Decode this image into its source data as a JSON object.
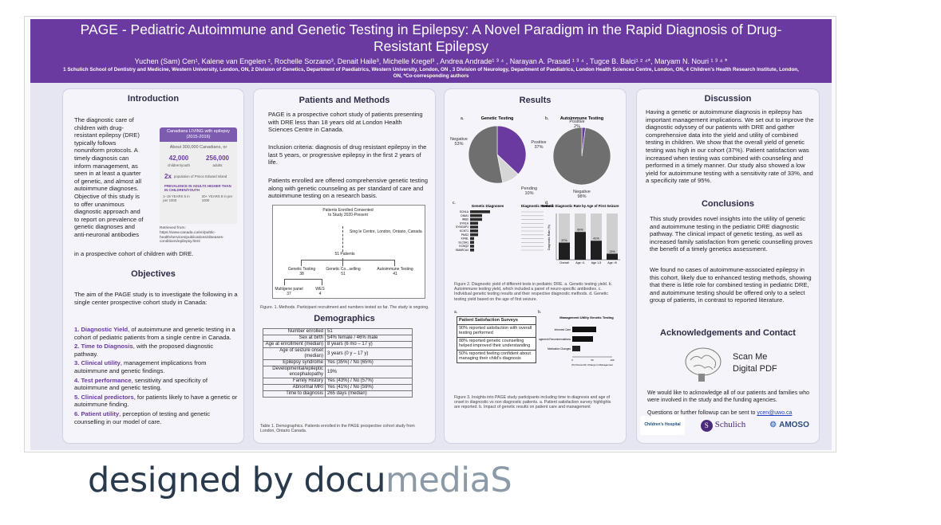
{
  "poster": {
    "title": "PAGE - Pediatric Autoimmune and Genetic Testing in Epilepsy: A Novel Paradigm in the Rapid Diagnosis of Drug-Resistant Epilepsy",
    "authors": "Yuchen (Sam) Cen¹, Kalene van Engelen ², Rochelle Sorzano³, Denait Haile³, Michelle Kregel³ , Andrea Andrade¹ ³ ⁴ , Narayan A. Prasad ¹ ³ ⁴ , Tugce B. Balci¹ ² ⁴*, Maryam N. Nouri ¹ ³ ⁴ *",
    "affiliations": "1 Schulich School of Dentistry and Medicine, Western University, London, ON, 2 Division of Genetics, Department of Paediatrics, Western University, London, ON , 3 Division of Neurology, Department of Paediatrics, London Health Sciences Centre, London, ON, 4 Children's Health Research Institute, London, ON, *Co-corresponding authors"
  },
  "introduction": {
    "heading": "Introduction",
    "body_lines": [
      "The diagnostic care of",
      "children with drug-",
      "resistant epilepsy (DRE)",
      "typically follows",
      "nonuniform protocols. A",
      "timely diagnosis can",
      "inform management, as",
      "seen in at least a quarter",
      "of genetic, and almost all",
      "autoimmune diagnoses.",
      "Objective of this study is",
      "to offer unanimous",
      "diagnostic approach and",
      "to report on prevalence of",
      "genetic diagnoses and",
      "anti-neuronal antibodies"
    ],
    "body_last": "in a  prospective cohort of children with DRE.",
    "infographic": {
      "title": "Canadians LIVING with epilepsy",
      "years": "(2015-2016)",
      "about": "About 300,000 Canadians, or",
      "stat1_value": "42,000",
      "stat1_label": "children/youth",
      "stat2_value": "256,000",
      "stat2_label": "adults",
      "stat3_value": "2x",
      "stat3_label": "population of Prince Edward Island",
      "prev_title": "PREVALENCE IN ADULTS HIGHER THAN IN CHILDREN/YOUTH",
      "prev1": "1–19 YEARS 5 in per 1000",
      "prev2": "20+ YEARS 8 in per 1000",
      "retrieved": "Retrieved from: https://www.canada.ca/en/public-health/services/publications/diseases-conditions/epilepsy.html"
    }
  },
  "objectives": {
    "heading": "Objectives",
    "intro": "The aim of the PAGE study is to investigate the following in a single center prospective cohort study in Canada:",
    "items": [
      {
        "label": "1. Diagnostic Yield",
        "text": ", of autoimmune and genetic testing in a cohort of pediatric patients from a single centre in Canada."
      },
      {
        "label": "2. Time to Diagnosis",
        "text": ", with the proposed diagnostic pathway."
      },
      {
        "label": "3. Clinical utility",
        "text": ", management implications from autoimmune and genetic findings."
      },
      {
        "label": "4. Test performance",
        "text": ", sensitivity and specificity of autoimmune and genetic testing."
      },
      {
        "label": "5. Clinical predictors",
        "text": ", for patients likely to have a genetic or autoimmune finding."
      },
      {
        "label": "6. Patient utility",
        "text": ", perception of testing and genetic counselling in our model of care."
      }
    ]
  },
  "methods": {
    "heading": "Patients and Methods",
    "p1": "PAGE is a prospective cohort study of patients presenting with DRE less than 18 years old at London Health Sciences Centre in Canada.",
    "p2": "Inclusion criteria: diagnosis of drug resistant epilepsy in the last 5 years, or progressive epilepsy in the first 2 years of life.",
    "p3": "Patients enrolled are offered comprehensive genetic testing along with genetic counseling as per standard of care and autoimmune testing on a research basis.",
    "flow": {
      "top": "Patients Enrolled Consented to Study 2020-Present",
      "side": "Sing le Centre, London, Ontario, Canada",
      "mid": "51 Patients",
      "b1": "Genetic Testing",
      "b1n": "38",
      "b2": "Genetic Co...selling",
      "b2n": "51",
      "b3": "Autoimmune Testing",
      "b3n": "41",
      "c1": "Multigene panel",
      "c1n": "37",
      "c2": "WES",
      "c2n": "4"
    },
    "figure_caption": "Figure. 1. Methods.  Participant recruitment and numbers tested so far. The study is ongoing."
  },
  "demographics": {
    "heading": "Demographics",
    "rows": [
      [
        "Number enrolled",
        "51"
      ],
      [
        "Sex at birth",
        "54% female / 46% male"
      ],
      [
        "Age at enrollment (median)",
        "8 years (6 mo – 17 y)"
      ],
      [
        "Age of seizure onset (median)",
        "3 years (0 y – 17 y)"
      ],
      [
        "Epilepsy syndrome",
        "Yes (35%) / No (65%)"
      ],
      [
        "Developmental/epileptic encephalopathy",
        "19%"
      ],
      [
        "Family History",
        "Yes (43%) / No (57%)"
      ],
      [
        "Abnormal MRI",
        "Yes (41%) / No (59%)"
      ],
      [
        "Time to diagnosis",
        "265 days (median)"
      ]
    ],
    "caption": "Table 1. Demographics. Patients enrolled in the PAGE prospective cohort study from London, Ontario Canada."
  },
  "results": {
    "heading": "Results",
    "genetic_title": "Genetic Testing",
    "autoimmune_title": "Autoimmune Testing",
    "gen_bars_title": "Genetic Diagnoses",
    "gen_method_title": "Diagnostic Method",
    "age_chart_title": "Genetic Diagnostic Rate by Age of First Seizure",
    "age_chart_ylabel": "Diagnostic Rate (%)",
    "fig2_caption": "Figure 2. Diagnostic yield of different tests in pediatric DRE. a. Genetic testing yield. b. Autoimmune testing yield, which included a panel of neuro-specific antibodies. c. Individual genetic testing results and their respective diagnostic methods. d. Genetic testing yield based on the age of first seizure.",
    "satisfaction_title": "Patient Satisfaction Surveys",
    "satisfaction_rows": [
      "90% reported satisfaction with overall testing performed",
      "88% reported genetic counselling helped improved their understanding",
      "50% reported feeling confident about managing their child's diagnosis"
    ],
    "utility_title": "Management Utility Genetic Testing",
    "utility_xlabel": "(%) Percent/In Change in  Management",
    "fig3_caption": "Figure 3. Insights into PAGE study participants including time to diagnosis and age of onset in diagnostic vs non diagnostic patients. a. Patient satisfaction survey highlights are reported.  b. Impact of genetic results on patient care and management"
  },
  "chart_data": [
    {
      "type": "pie",
      "title": "Genetic Testing",
      "panel": "a.",
      "labels": [
        "Positive",
        "Pending",
        "Negative"
      ],
      "values": [
        37,
        10,
        53
      ],
      "colors": [
        "#6a3aa0",
        "#d6d6d6",
        "#6f6f6f"
      ]
    },
    {
      "type": "pie",
      "title": "Autoimmune Testing",
      "panel": "b.",
      "labels": [
        "Positive",
        "Negative"
      ],
      "values": [
        2,
        98
      ],
      "colors": [
        "#6a3aa0",
        "#6f6f6f"
      ]
    },
    {
      "type": "bar",
      "title": "Genetic Diagnoses",
      "panel": "c.",
      "orientation": "horizontal",
      "categories": [
        "SCN1A",
        "DNM1",
        "IRBD",
        "SYN1A",
        "SYNGAP1",
        "KCNT1",
        "PMS2",
        "KIFBL",
        "SLC6A1",
        "KCNQ2",
        "SMARCA4"
      ],
      "values": [
        5,
        3,
        3,
        2,
        2,
        2,
        2,
        1,
        1,
        1,
        1
      ]
    },
    {
      "type": "bar",
      "title": "Genetic Diagnostic Rate by Age of First Seizure",
      "panel": "d.",
      "categories": [
        "Overall",
        "Age <1",
        "Age 1-5",
        "Age >5"
      ],
      "series": [
        {
          "name": "Diagnostic",
          "values": [
            37,
            60,
            41,
            13
          ]
        },
        {
          "name": "",
          "values": [
            100,
            100,
            100,
            100
          ]
        }
      ],
      "ylabel": "Diagnostic Rate (%)",
      "ylim": [
        0,
        100
      ]
    },
    {
      "type": "bar",
      "title": "Management Utility Genetic Testing",
      "orientation": "horizontal",
      "categories": [
        "Informed Care",
        "Management Recommendations",
        "Medication Changes"
      ],
      "values": [
        60,
        52,
        20
      ],
      "xlim": [
        0,
        100
      ],
      "xlabel": "(%) Percent/In Change in  Management"
    }
  ],
  "discussion": {
    "heading": "Discussion",
    "body": "Having a genetic or autoimmune diagnosis in epilepsy has important management implications. We set out to improve the diagnostic odyssey of our patients with DRE and gather comprehensive data into the yield and utility of combined testing in children. We show that the overall yield of genetic testing was high in our cohort (37%). Patient satisfaction was increased when testing was combined with counseling and performed in a timely manner. Our study also showed a low yield for autoimmune testing with a sensitivity rate of 33%, and a specificity rate of 95%."
  },
  "conclusions": {
    "heading": "Conclusions",
    "p1": "This study provides novel insights into the utility of genetic and autoimmune testing in the pediatric DRE diagnostic pathway. The clinical impact of genetic testing, as well as increased family satisfaction from genetic counselling proves the benefit of a timely genetics assessment.",
    "p2": "We found no cases of autoimmune-associated epilepsy in this cohort, likely due to enhanced testing methods, showing that there is little role for combined testing in pediatric DRE, and autoimmune testing should be offered only to a select group of patients, in contrast to reported literature."
  },
  "acknowledgements": {
    "heading": "Acknowledgements and Contact",
    "scan1": "Scan Me",
    "scan2": "Digital PDF",
    "thanks": "We would like to acknowledge all of our patients and families who were involved in the study and the funding agencies.",
    "contact_prefix": "Questions or further followup can be sent to ",
    "email": "ycen@uwo.ca",
    "logos": [
      "Children's Hospital",
      "Schulich",
      "AMOSO"
    ]
  },
  "footer": {
    "designed_by": "designed by ",
    "brand1": "docu",
    "brand2": "mediaS"
  }
}
